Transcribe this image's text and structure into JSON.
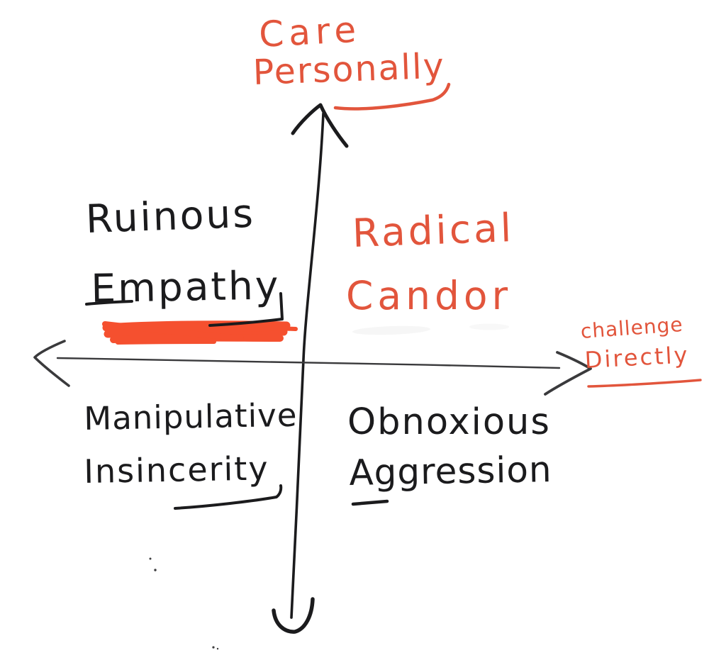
{
  "colors": {
    "ink": "#1b1b1d",
    "axis": "#3a3a3c",
    "accent_orange": "#e2553c",
    "scribble_orange": "#f5502f",
    "background": "#ffffff"
  },
  "axes": {
    "vertical": {
      "label_line1": "Care",
      "label_line2": "Personally",
      "underline": "under Personally",
      "arrows": [
        "up",
        "down"
      ]
    },
    "horizontal": {
      "label_line1": "challenge",
      "label_line2": "Directly",
      "underline": "under Directly",
      "arrows": [
        "left",
        "right"
      ]
    }
  },
  "quadrants": {
    "top_left": {
      "line1": "Ruinous",
      "line2": "Empathy",
      "ink_color": "black",
      "decoration": "orange scribble highlight below Empathy; E and 'thy' underlined"
    },
    "top_right": {
      "line1": "Radical",
      "line2": "Candor",
      "ink_color": "orange"
    },
    "bottom_left": {
      "line1": "Manipulative",
      "line2": "Insincerity",
      "ink_color": "black",
      "decoration": "underline under 'cerity'"
    },
    "bottom_right": {
      "line1": "Obnoxious",
      "line2": "Aggression",
      "ink_color": "black",
      "decoration": "short underline under A"
    }
  }
}
